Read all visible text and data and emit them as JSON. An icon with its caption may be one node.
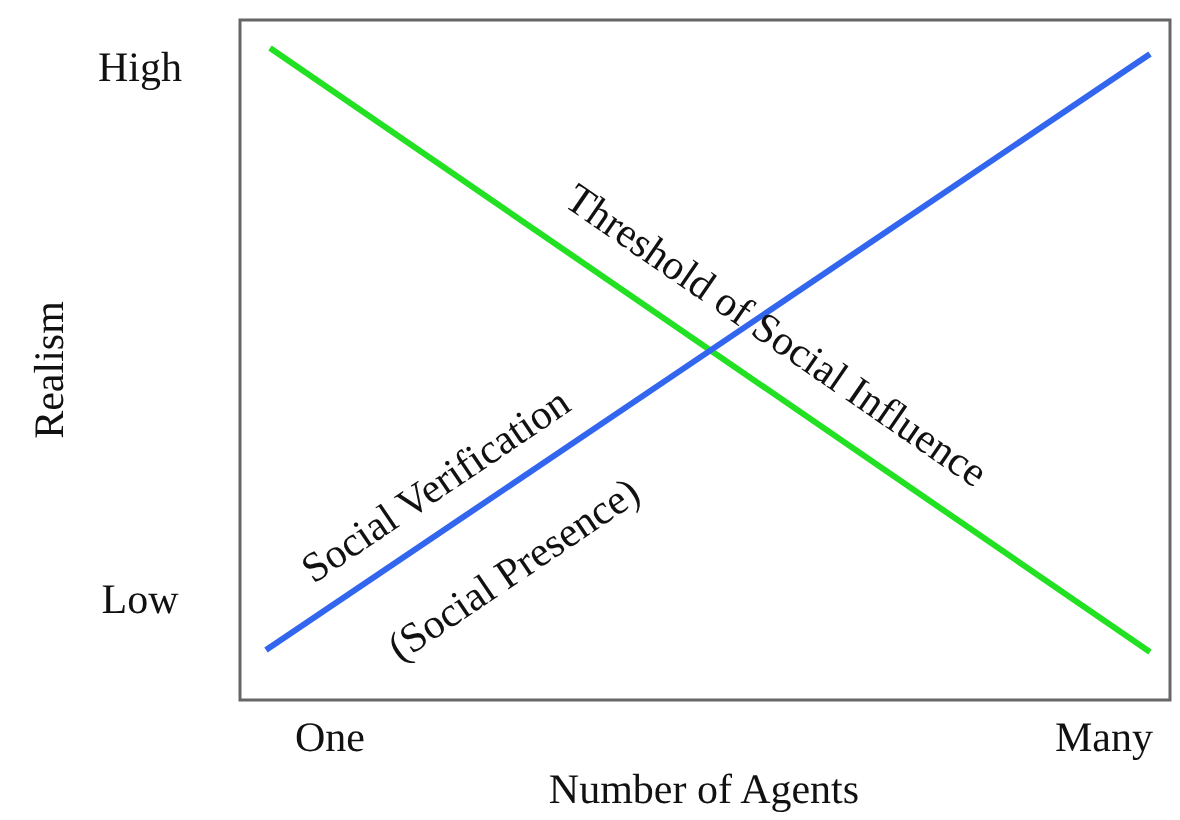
{
  "diagram": {
    "labels": [
      "High",
      "Low",
      "Realism",
      "One",
      "Many",
      "Number of Agents",
      "Threshold of Social Influence",
      "Social Verification",
      "(Social Presence)"
    ]
  }
}
